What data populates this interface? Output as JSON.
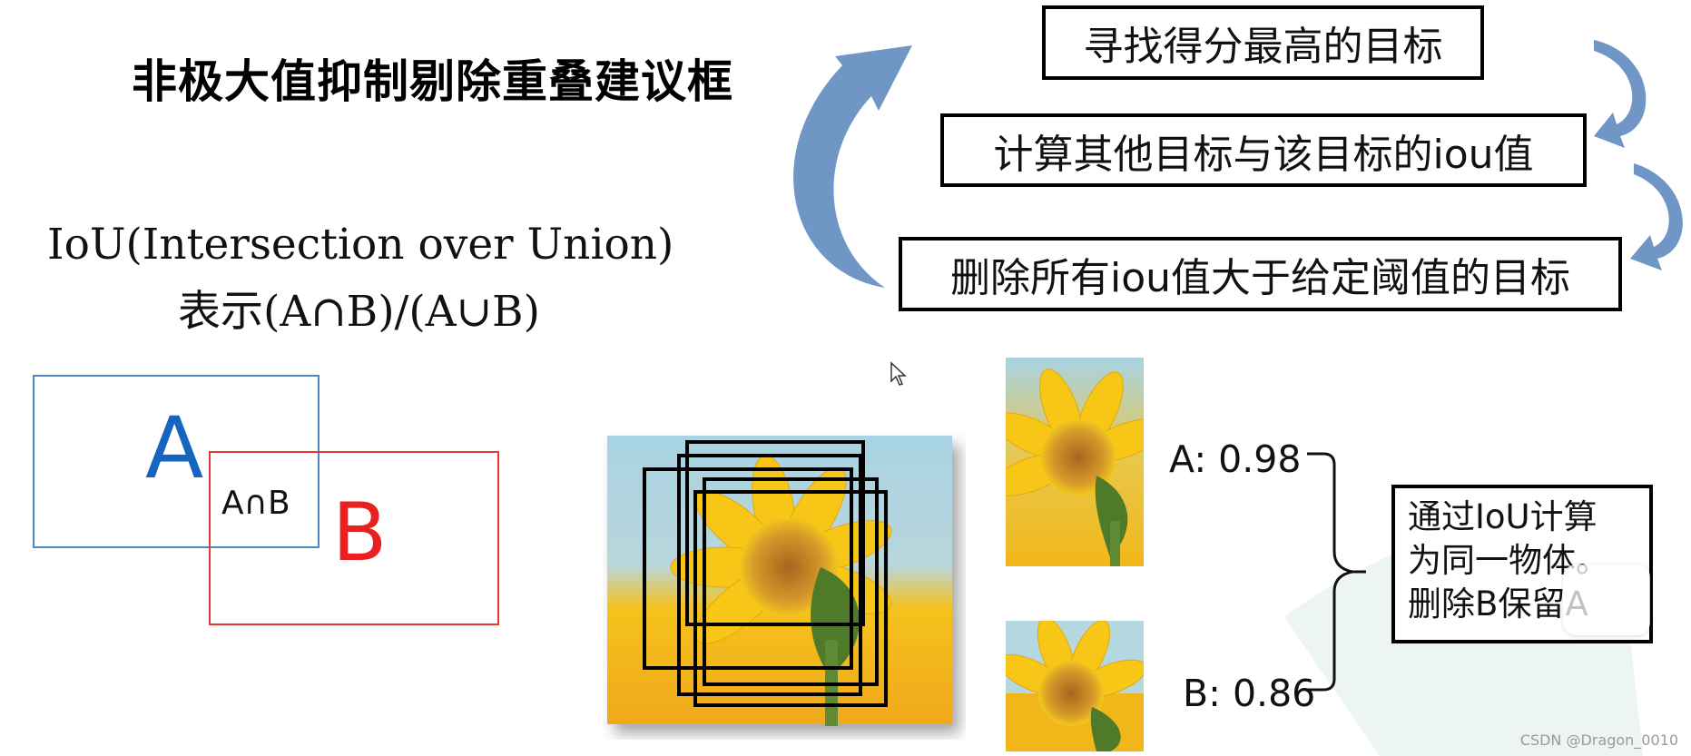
{
  "title": "非极大值抑制剔除重叠建议框",
  "iou": {
    "line1": "IoU(Intersection over Union)",
    "line2": "表示(A∩B)/(A∪B)"
  },
  "steps": [
    {
      "text": "寻找得分最高的目标"
    },
    {
      "text": "计算其他目标与该目标的iou值"
    },
    {
      "text": "删除所有iou值大于给定阈值的目标"
    }
  ],
  "venn": {
    "a_label": "A",
    "b_label": "B",
    "intersection_label": "A∩B",
    "a_color": "#4f86c6",
    "b_color": "#e53935"
  },
  "scores": {
    "a": "A: 0.98",
    "b": "B: 0.86"
  },
  "result": {
    "line1": "通过IoU计算",
    "line2": "为同一物体。",
    "line3": "删除B保留A"
  },
  "colors": {
    "arrow": "#5f8bc0",
    "sky": "#a8d3e3",
    "sunflower": "#f2c81b"
  },
  "watermark": "CSDN @Dragon_0010"
}
